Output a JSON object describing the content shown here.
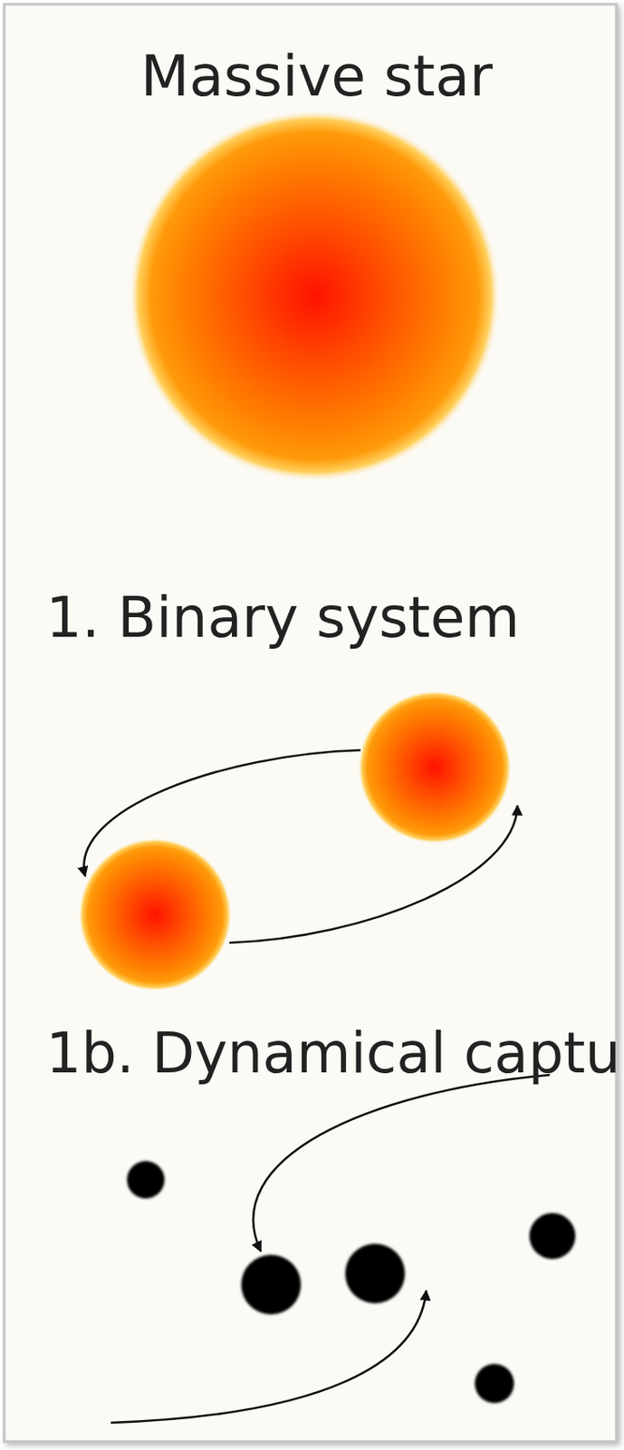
{
  "diagram": {
    "labels": [
      "Massive star",
      "1. Binary system",
      "1b. Dynamical captu"
    ]
  }
}
